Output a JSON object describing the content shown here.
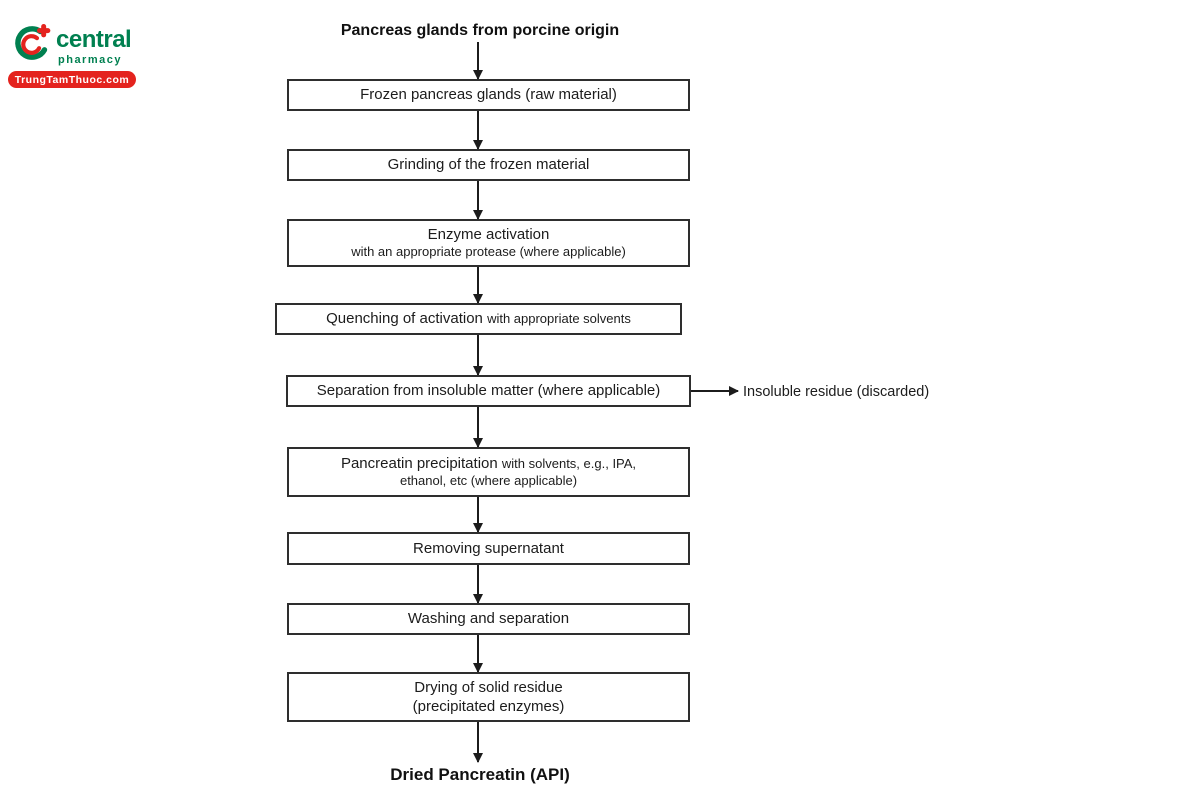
{
  "logo": {
    "brand": "central",
    "tagline": "pharmacy",
    "banner": "TrungTamThuoc.com",
    "colors": {
      "green": "#008050",
      "red": "#e4231e"
    }
  },
  "flow": {
    "start_label": "Pancreas glands from porcine origin",
    "end_label": "Dried Pancreatin (API)",
    "branch_label": "Insoluble residue (discarded)",
    "steps": [
      {
        "main": "Frozen pancreas glands (raw material)"
      },
      {
        "main": "Grinding of the frozen material"
      },
      {
        "main": "Enzyme activation",
        "sub2": "with an appropriate protease (where applicable)"
      },
      {
        "main": "Quenching of activation",
        "sub": "with appropriate solvents"
      },
      {
        "main": "Separation from insoluble matter (where applicable)"
      },
      {
        "main": "Pancreatin precipitation",
        "sub": "with solvents, e.g., IPA,",
        "sub2": "ethanol, etc (where applicable)"
      },
      {
        "main": "Removing supernatant"
      },
      {
        "main": "Washing and separation"
      },
      {
        "main": "Drying of solid residue",
        "main2": "(precipitated enzymes)"
      }
    ]
  }
}
